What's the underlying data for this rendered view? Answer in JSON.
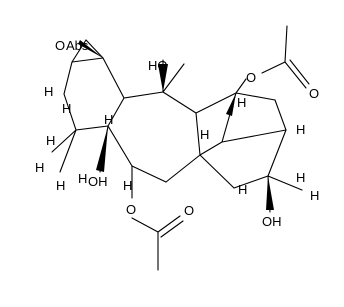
{
  "atom_labels": {
    "o_epoxide": "O",
    "h_epoxide": "H",
    "abs_flag": "Abs",
    "oh_top": "HO",
    "o_acetate_right": "O",
    "o_carbonyl_right": "O",
    "oh_ring": "OH",
    "o_acetate_lower": "O",
    "o_carbonyl_lower": "O",
    "oh_right": "OH",
    "h_left_top": "H",
    "h_left_methyl1": "H",
    "h_left_methyl2": "H",
    "h_left_methyl3": "H",
    "h_left_methyl4": "H",
    "h_left_methyl5": "H",
    "h_c5": "H",
    "h_c9": "H",
    "h_c1": "H",
    "h_c3": "H",
    "h_right1": "H",
    "h_right2": "H",
    "h_right3": "H",
    "h_lower": "H"
  },
  "colors": {
    "ink": "#000000",
    "background": "#ffffff"
  }
}
